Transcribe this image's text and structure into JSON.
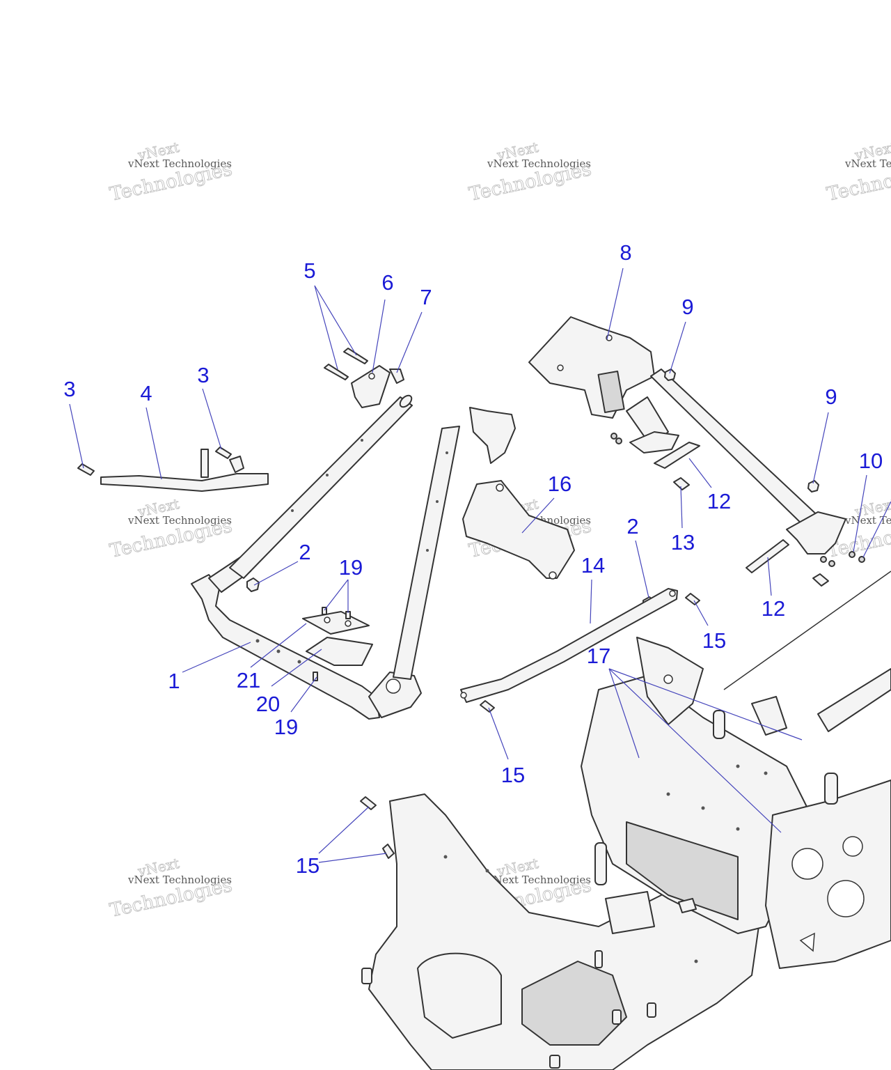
{
  "diagram": {
    "callout_color": "#1a1ad6",
    "watermark_color": "#9a9a9a",
    "watermark": {
      "small": "vNext Technologies",
      "large": "Technologies",
      "badge": "vNext"
    },
    "callouts": [
      {
        "id": "c1",
        "label": "1"
      },
      {
        "id": "c2a",
        "label": "2"
      },
      {
        "id": "c2b",
        "label": "2"
      },
      {
        "id": "c3a",
        "label": "3"
      },
      {
        "id": "c3b",
        "label": "3"
      },
      {
        "id": "c4",
        "label": "4"
      },
      {
        "id": "c5",
        "label": "5"
      },
      {
        "id": "c6",
        "label": "6"
      },
      {
        "id": "c7",
        "label": "7"
      },
      {
        "id": "c8",
        "label": "8"
      },
      {
        "id": "c9a",
        "label": "9"
      },
      {
        "id": "c9b",
        "label": "9"
      },
      {
        "id": "c10",
        "label": "10"
      },
      {
        "id": "c12a",
        "label": "12"
      },
      {
        "id": "c12b",
        "label": "12"
      },
      {
        "id": "c13",
        "label": "13"
      },
      {
        "id": "c14",
        "label": "14"
      },
      {
        "id": "c15a",
        "label": "15"
      },
      {
        "id": "c15b",
        "label": "15"
      },
      {
        "id": "c15c",
        "label": "15"
      },
      {
        "id": "c16",
        "label": "16"
      },
      {
        "id": "c17",
        "label": "17"
      },
      {
        "id": "c19a",
        "label": "19"
      },
      {
        "id": "c19b",
        "label": "19"
      },
      {
        "id": "c20",
        "label": "20"
      },
      {
        "id": "c21",
        "label": "21"
      }
    ]
  }
}
